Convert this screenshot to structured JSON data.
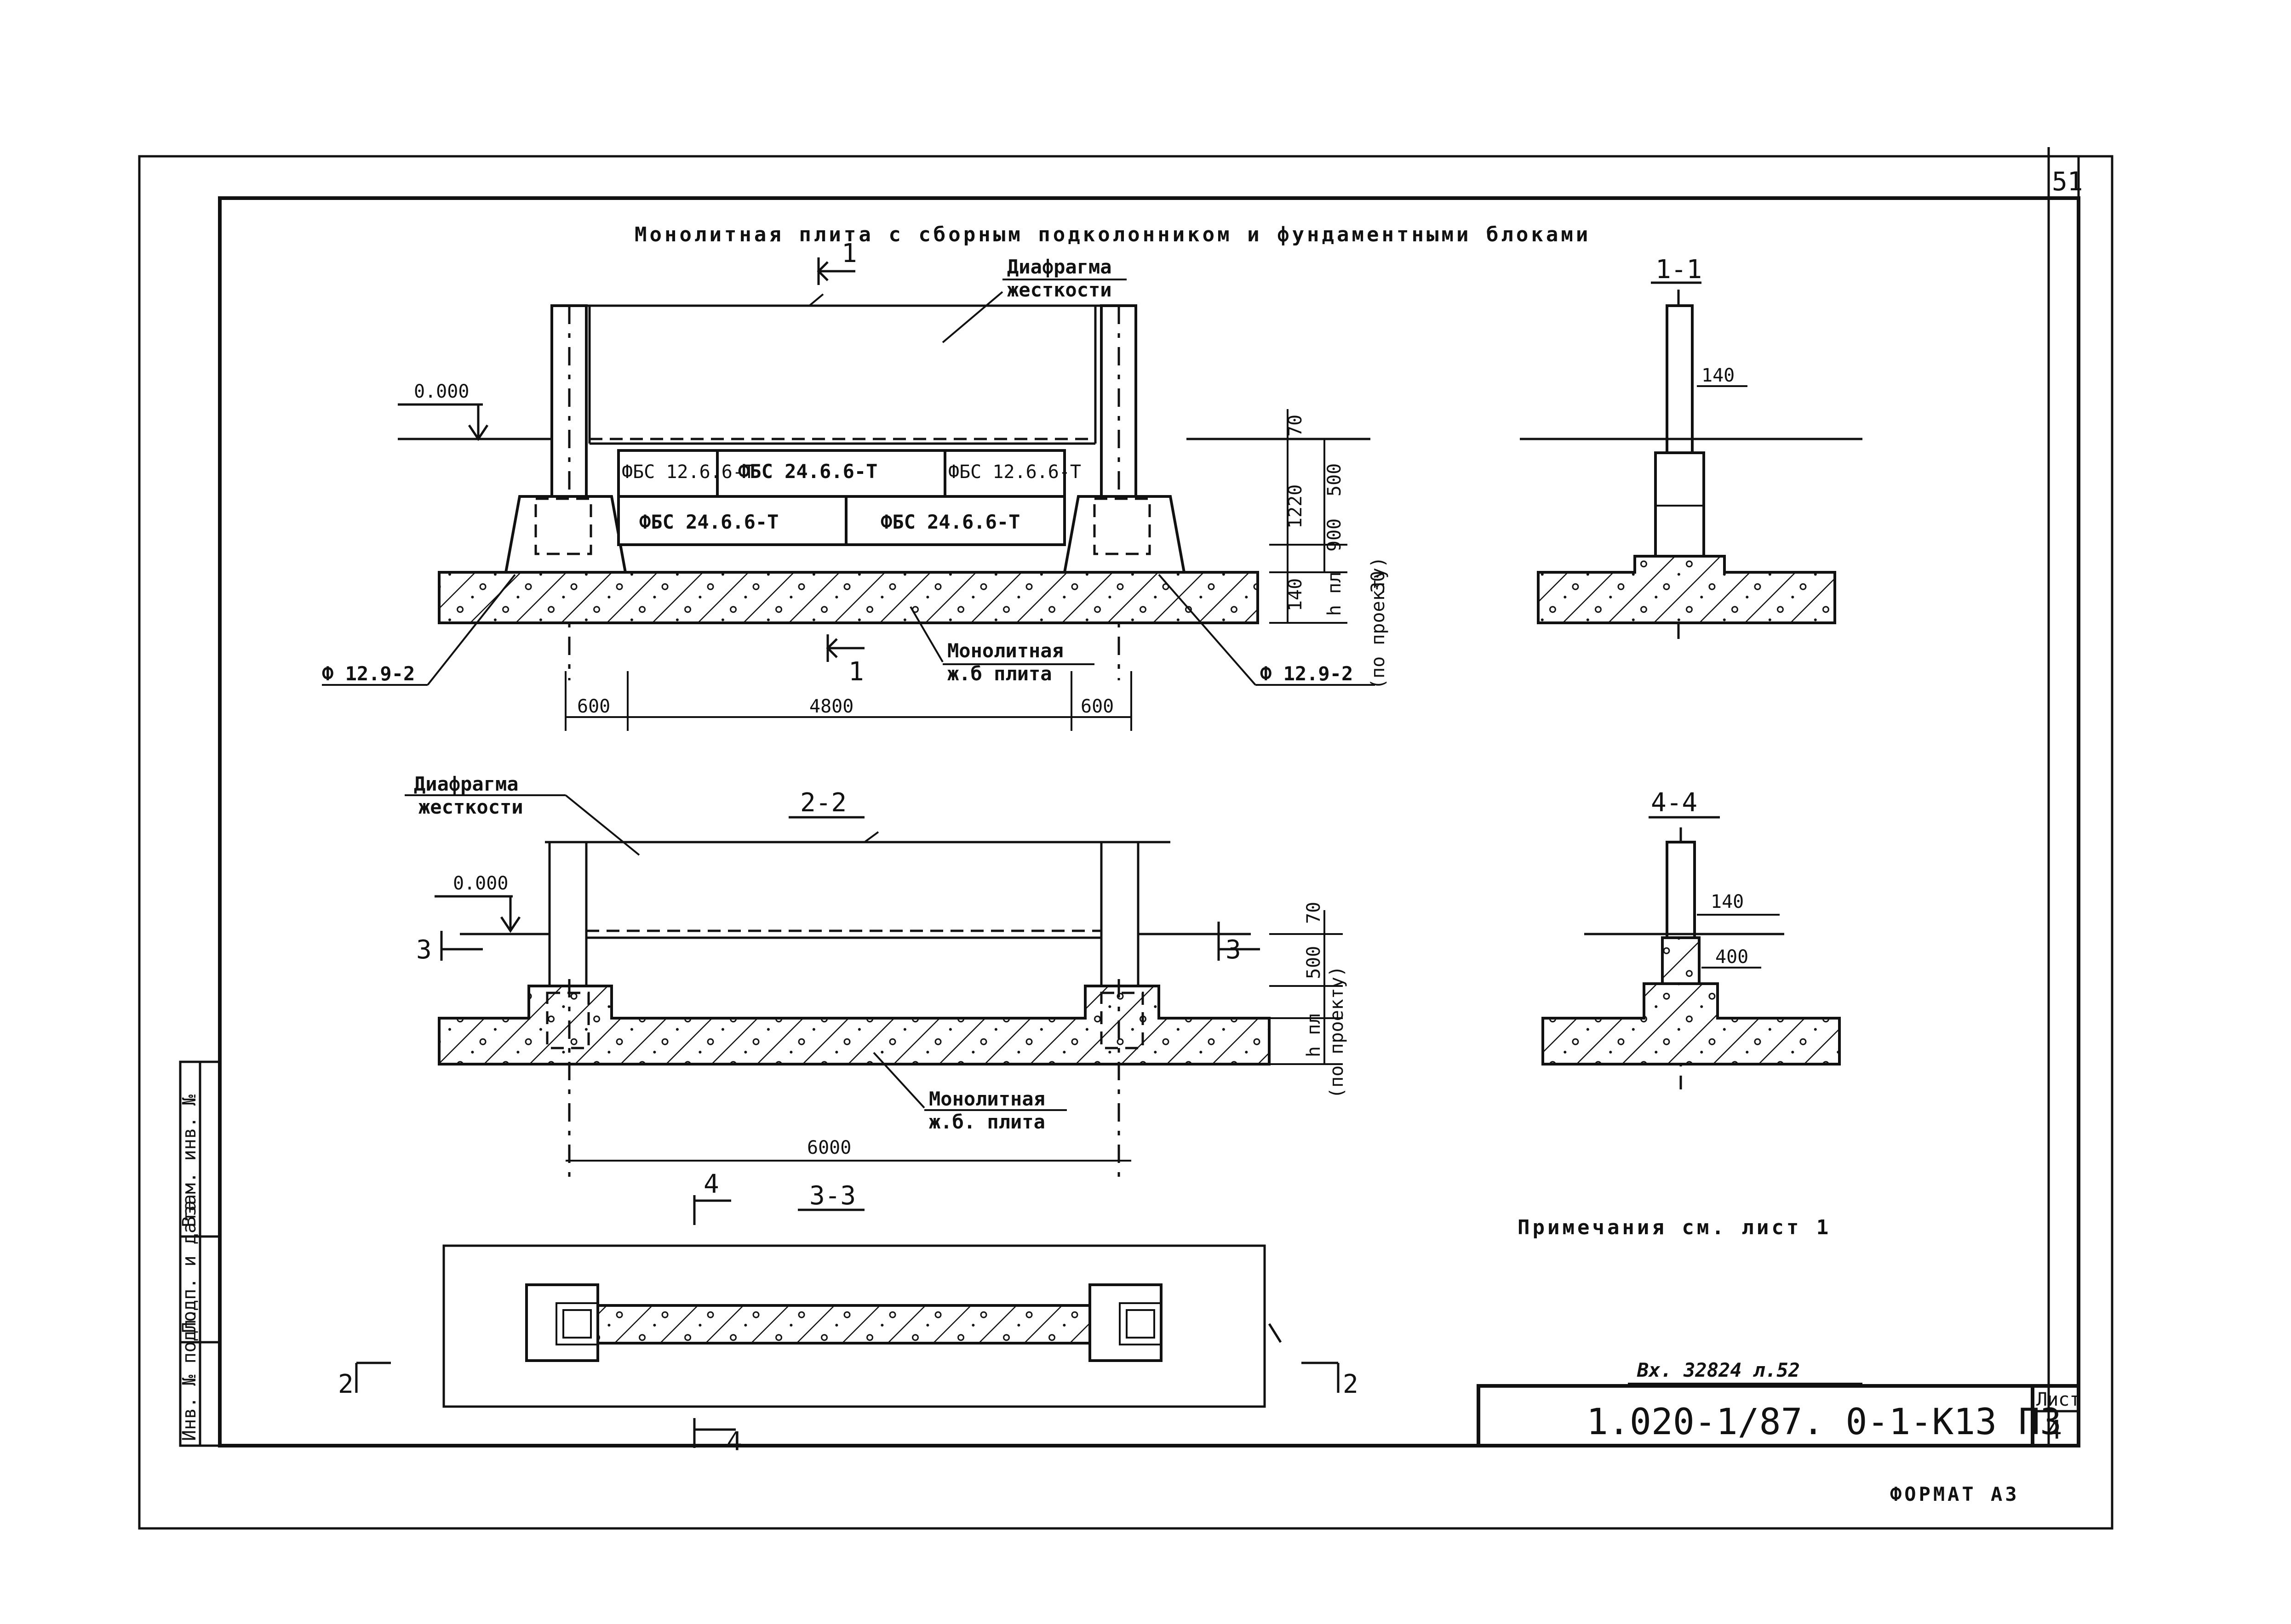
{
  "sheet": {
    "page_number": "51",
    "title": "Монолитная плита с сборным подколонником и фундаментными блоками",
    "note": "Примечания см. лист 1",
    "stamp": "1.020-1/87. 0-1-К13 П3",
    "sheet_label": "Лист",
    "sheet_no": "4",
    "inventory_note": "Вх. 32824 л.52",
    "format": "ФОРМАТ А3",
    "side_columns": [
      "Инв. № подл.",
      "Подп. и дата",
      "Взам. инв. №"
    ]
  },
  "view_main": {
    "section_mark": "1",
    "level": "0.000",
    "diaphragm_label_1": "Диафрагма",
    "diaphragm_label_2": "жесткости",
    "blocks": [
      "ФБС 12.6.6-Т",
      "ФБС 24.6.6-Т",
      "ФБС 12.6.6-Т",
      "ФБС 24.6.6-Т",
      "ФБС 24.6.6-Т"
    ],
    "slab_label_1": "Монолитная",
    "slab_label_2": "ж.б плита",
    "footing_left": "Ф 12.9-2",
    "footing_right": "Ф 12.9-2",
    "dims_bottom": [
      "600",
      "4800",
      "600"
    ],
    "dims_right": [
      "70",
      "1220",
      "500",
      "900",
      "30",
      "140",
      "h пл",
      "(по проекту)"
    ]
  },
  "view_11": {
    "title": "1-1",
    "dim": "140"
  },
  "view_22": {
    "title": "2-2",
    "level": "0.000",
    "diaphragm_label_1": "Диафрагма",
    "diaphragm_label_2": "жесткости",
    "slab_label_1": "Монолитная",
    "slab_label_2": "ж.б. плита",
    "section_mark": "3",
    "dim": "6000",
    "dims_right": [
      "70",
      "500",
      "h пл",
      "(по проекту)"
    ]
  },
  "view_44": {
    "title": "4-4",
    "dim_1": "140",
    "dim_2": "400"
  },
  "view_33": {
    "title": "3-3",
    "section_mark_4": "4",
    "section_mark_2": "2"
  }
}
